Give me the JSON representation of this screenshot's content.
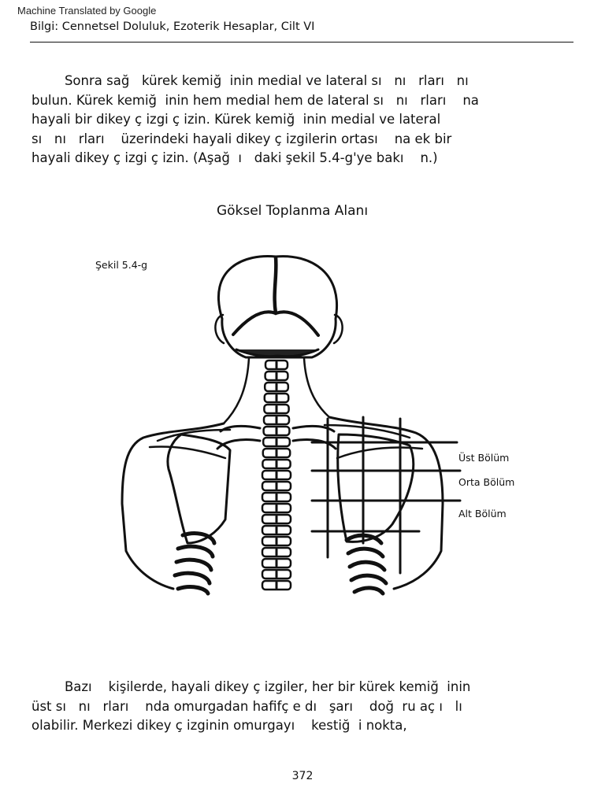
{
  "banner": {
    "text": "Machine Translated by Google"
  },
  "header": {
    "text": "Bilgi: Cennetsel Doluluk, Ezoterik Hesaplar, Cilt VI"
  },
  "paragraph1": {
    "lines": [
      "        Sonra sağ   kürek kemiğ  inin medial ve lateral sı   nı   rları   nı",
      "bulun. Kürek kemiğ  inin hem medial hem de lateral sı   nı   rları    na",
      "hayali bir dikey ç izgi ç izin. Kürek kemiğ  inin medial ve lateral",
      "sı   nı   rları    üzerindeki hayali dikey ç izgilerin ortası    na ek bir",
      "hayali dikey ç izgi ç izin. (Aşağ  ı   daki şekil 5.4-g'ye bakı    n.)"
    ]
  },
  "section_title": "Göksel Toplanma Alanı",
  "figure": {
    "caption": "Şekil 5.4-g",
    "zones": {
      "upper": "Üst Bölüm",
      "middle": "Orta Bölüm",
      "lower": "Alt Bölüm"
    }
  },
  "paragraph2": {
    "lines": [
      "        Bazı    kişilerde, hayali dikey ç izgiler, her bir kürek kemiğ  inin",
      "üst sı   nı   rları    nda omurgadan hafifç e dı   şarı    doğ  ru aç ı   lı",
      "olabilir. Merkezi dikey ç izginin omurgayı    kestiğ  i nokta,"
    ]
  },
  "page_number": "372"
}
